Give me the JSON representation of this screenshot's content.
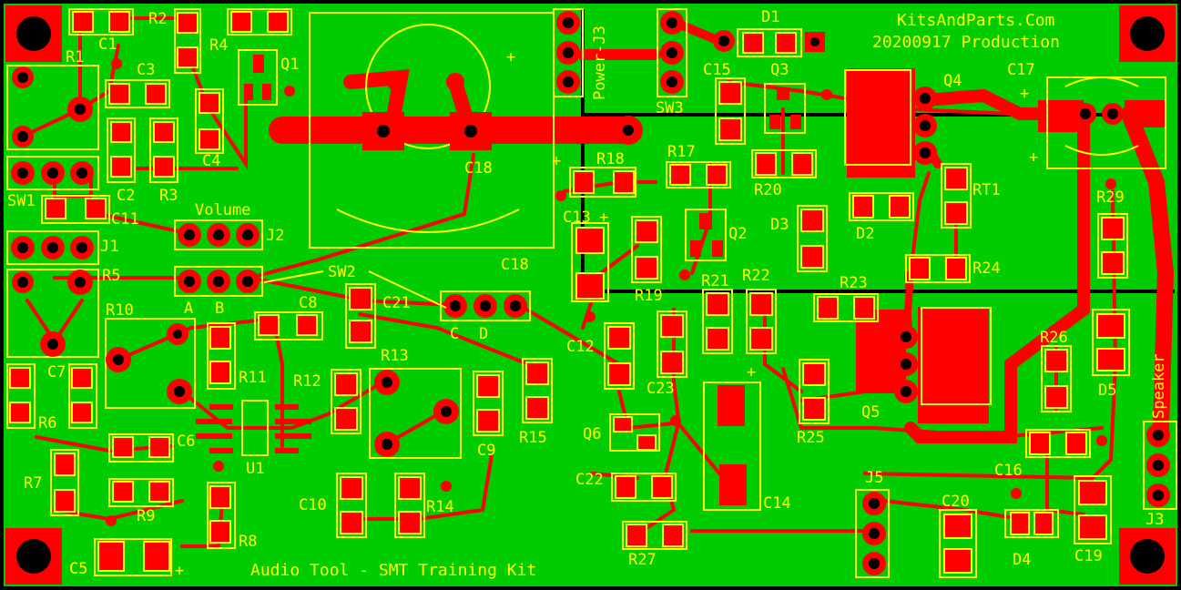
{
  "board": {
    "header_line1": "KitsAndParts.Com",
    "header_line2": "20200917 Production",
    "footer": "Audio Tool - SMT Training Kit"
  },
  "colors": {
    "board": "#00cc00",
    "copper": "#ff0000",
    "silk": "#ffff00",
    "hole": "#000000",
    "edge": "#000000"
  },
  "labels": {
    "r1": "R1",
    "r2": "R2",
    "r3": "R3",
    "r4": "R4",
    "r5": "R5",
    "r6": "R6",
    "r7": "R7",
    "r8": "R8",
    "r9": "R9",
    "r10": "R10",
    "r11": "R11",
    "r12": "R12",
    "r13": "R13",
    "r14": "R14",
    "r15": "R15",
    "r17": "R17",
    "r18": "R18",
    "r19": "R19",
    "r20": "R20",
    "r21": "R21",
    "r22": "R22",
    "r23": "R23",
    "r24": "R24",
    "r25": "R25",
    "r26": "R26",
    "r27": "R27",
    "r29": "R29",
    "rt1": "RT1",
    "c1": "C1",
    "c2": "C2",
    "c3": "C3",
    "c4": "C4",
    "c5": "C5",
    "c6": "C6",
    "c7": "C7",
    "c8": "C8",
    "c9": "C9",
    "c10": "C10",
    "c11": "C11",
    "c12": "C12",
    "c13": "C13",
    "c14": "C14",
    "c15": "C15",
    "c16": "C16",
    "c17": "C17",
    "c18a": "C18",
    "c18b": "C18",
    "c19": "C19",
    "c20": "C20",
    "c21": "C21",
    "c22": "C22",
    "c23": "C23",
    "q1": "Q1",
    "q2": "Q2",
    "q3": "Q3",
    "q4": "Q4",
    "q5": "Q5",
    "q6": "Q6",
    "d1": "D1",
    "d2": "D2",
    "d3": "D3",
    "d4": "D4",
    "d5": "D5",
    "u1": "U1",
    "sw1": "SW1",
    "sw2": "SW2",
    "sw3": "SW3",
    "j1": "J1",
    "j2": "J2",
    "j3": "J3",
    "j5": "J5",
    "power_j3": "Power-J3",
    "volume": "Volume",
    "speaker": "Speaker",
    "a": "A",
    "b": "B",
    "c": "C",
    "d": "D",
    "plus": "+"
  }
}
